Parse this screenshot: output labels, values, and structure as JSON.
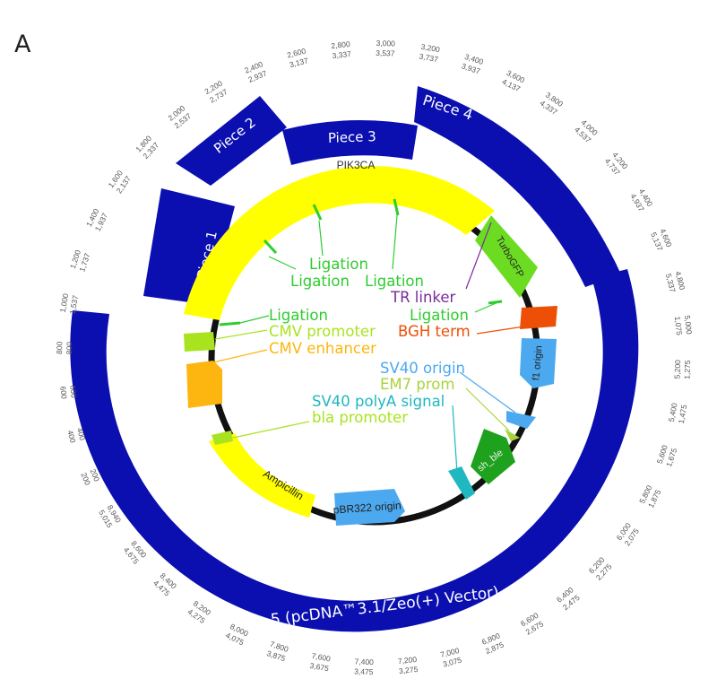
{
  "panel_label": "A",
  "colors": {
    "piece": "#0b0fb0",
    "backbone": "#111111",
    "pik3ca": "#ffff00",
    "turbogfp": "#6cdc23",
    "bgh": "#ee4f06",
    "f1_origin": "#4ca9ef",
    "sv40_origin": "#4ca9ef",
    "em7": "#a9d33c",
    "sh_ble": "#1ea21e",
    "sv40_polya": "#1fb8c0",
    "pbr322": "#4ca9ef",
    "ampicillin": "#ffff00",
    "bla": "#a9e31f",
    "cmv_enhancer": "#fcb60f",
    "cmv_promoter": "#a9e31f",
    "ligation": "#2fcc2f",
    "tr_linker": "#7a2b9c",
    "tick": "#555555"
  },
  "pieces": [
    {
      "label": "Piece 1"
    },
    {
      "label": "Piece 2"
    },
    {
      "label": "Piece 3"
    },
    {
      "label": "Piece 4"
    },
    {
      "label": "Piece 5 (pcDNA™3.1/Zeo(+) Vector)"
    }
  ],
  "features": [
    {
      "name": "PIK3CA",
      "label": "PIK3CA"
    },
    {
      "name": "TurboGFP",
      "label": "TurboGFP"
    },
    {
      "name": "f1 origin",
      "label": "f1 origin"
    },
    {
      "name": "sh ble",
      "label": "sh_ble"
    },
    {
      "name": "pBR322 origin",
      "label": "pBR322 origin"
    },
    {
      "name": "Ampicillin",
      "label": "Ampicillin"
    }
  ],
  "annotations": [
    {
      "text": "Ligation",
      "color_key": "ligation"
    },
    {
      "text": "Ligation",
      "color_key": "ligation"
    },
    {
      "text": "Ligation",
      "color_key": "ligation"
    },
    {
      "text": "TR linker",
      "color_key": "tr_linker"
    },
    {
      "text": "Ligation",
      "color_key": "ligation"
    },
    {
      "text": "Ligation",
      "color_key": "ligation"
    },
    {
      "text": "CMV promoter",
      "color_key": "cmv_promoter"
    },
    {
      "text": "BGH term",
      "color_key": "bgh"
    },
    {
      "text": "CMV enhancer",
      "color_key": "cmv_enhancer"
    },
    {
      "text": "SV40 origin",
      "color_key": "sv40_origin"
    },
    {
      "text": "EM7 prom",
      "color_key": "em7"
    },
    {
      "text": "SV40 polyA signal",
      "color_key": "sv40_polya"
    },
    {
      "text": "bla promoter",
      "color_key": "bla"
    }
  ],
  "position_ticks": [
    {
      "a": "3,000",
      "b": "3,537"
    },
    {
      "a": "3,200",
      "b": "3,737"
    },
    {
      "a": "3,400",
      "b": "3,937"
    },
    {
      "a": "3,600",
      "b": "4,137"
    },
    {
      "a": "3,800",
      "b": "4,337"
    },
    {
      "a": "4,000",
      "b": "4,537"
    },
    {
      "a": "4,200",
      "b": "4,737"
    },
    {
      "a": "4,400",
      "b": "4,937"
    },
    {
      "a": "4,600",
      "b": "5,137"
    },
    {
      "a": "4,800",
      "b": "5,337"
    },
    {
      "a": "5,000",
      "b": "1,075"
    },
    {
      "a": "5,200",
      "b": "1,275"
    },
    {
      "a": "5,400",
      "b": "1,475"
    },
    {
      "a": "5,600",
      "b": "1,675"
    },
    {
      "a": "5,800",
      "b": "1,875"
    },
    {
      "a": "6,000",
      "b": "2,075"
    },
    {
      "a": "6,200",
      "b": "2,275"
    },
    {
      "a": "6,400",
      "b": "2,475"
    },
    {
      "a": "6,600",
      "b": "2,675"
    },
    {
      "a": "6,800",
      "b": "2,875"
    },
    {
      "a": "7,000",
      "b": "3,075"
    },
    {
      "a": "7,200",
      "b": "3,275"
    },
    {
      "a": "7,400",
      "b": "3,475"
    },
    {
      "a": "7,600",
      "b": "3,675"
    },
    {
      "a": "7,800",
      "b": "3,875"
    },
    {
      "a": "8,000",
      "b": "4,075"
    },
    {
      "a": "8,200",
      "b": "4,275"
    },
    {
      "a": "8,400",
      "b": "4,475"
    },
    {
      "a": "8,600",
      "b": "4,675"
    },
    {
      "a": "8,940",
      "b": "5,015"
    },
    {
      "a": "200",
      "b": "200"
    },
    {
      "a": "400",
      "b": "400"
    },
    {
      "a": "600",
      "b": "600"
    },
    {
      "a": "800",
      "b": "800"
    },
    {
      "a": "1,000",
      "b": "1,537"
    },
    {
      "a": "1,200",
      "b": "1,737"
    },
    {
      "a": "1,400",
      "b": "1,937"
    },
    {
      "a": "1,600",
      "b": "2,137"
    },
    {
      "a": "1,800",
      "b": "2,337"
    },
    {
      "a": "2,000",
      "b": "2,537"
    },
    {
      "a": "2,200",
      "b": "2,737"
    },
    {
      "a": "2,400",
      "b": "2,937"
    },
    {
      "a": "2,600",
      "b": "3,137"
    },
    {
      "a": "2,800",
      "b": "3,337"
    }
  ]
}
